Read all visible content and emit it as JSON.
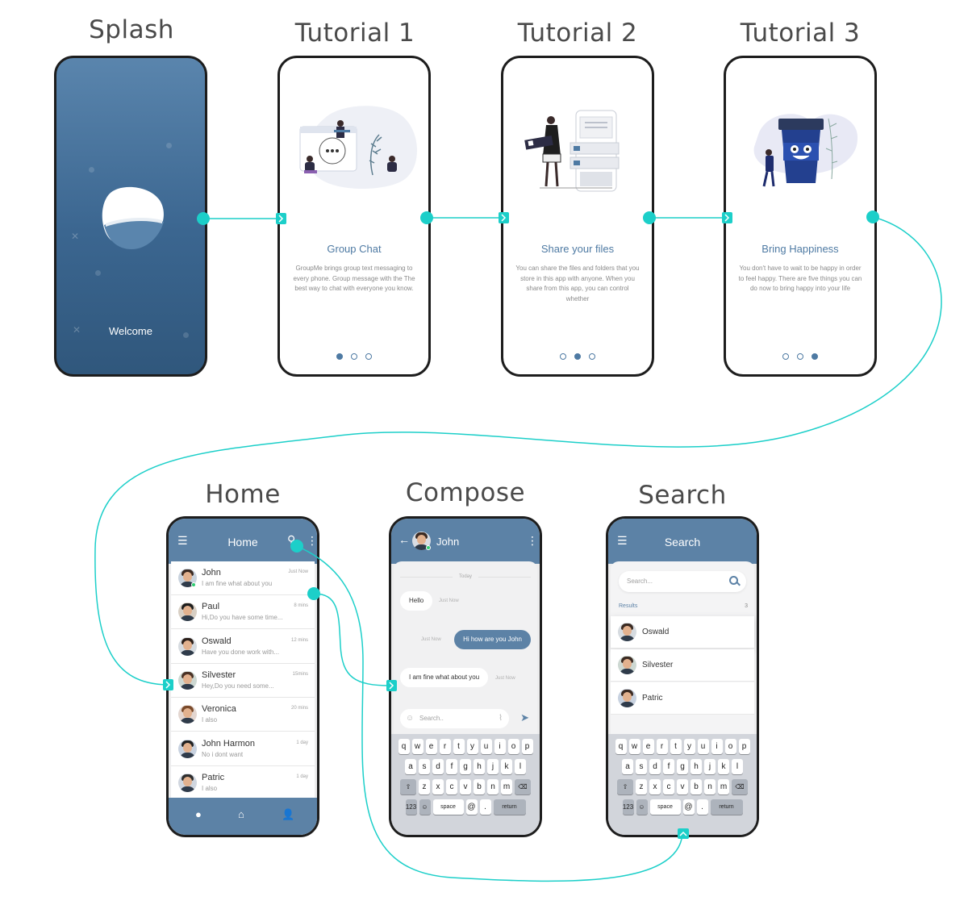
{
  "titles": {
    "splash": "Splash",
    "tutorial1": "Tutorial 1",
    "tutorial2": "Tutorial 2",
    "tutorial3": "Tutorial 3",
    "home": "Home",
    "compose": "Compose",
    "search": "Search"
  },
  "splash": {
    "welcome": "Welcome"
  },
  "tutorials": [
    {
      "title": "Group Chat",
      "description": "GroupMe brings group text messaging to every phone. Group message with the The best way to chat with everyone you know.",
      "active_dot": 0
    },
    {
      "title": "Share your files",
      "description": "You can share the files and folders that you store in this app with anyone. When you share from this app, you can control whether",
      "active_dot": 1
    },
    {
      "title": "Bring Happiness",
      "description": "You don't have to wait to be happy in order to feel happy. There are five things you can do now to bring happy into your life",
      "active_dot": 2
    }
  ],
  "home": {
    "title": "Home",
    "chats": [
      {
        "name": "John",
        "message": "I am fine what about you",
        "time": "Just Now",
        "online": true
      },
      {
        "name": "Paul",
        "message": "Hi,Do you have some time...",
        "time": "8 mins",
        "online": false
      },
      {
        "name": "Oswald",
        "message": "Have you done work with...",
        "time": "12 mins",
        "online": false
      },
      {
        "name": "Silvester",
        "message": "Hey,Do you need some...",
        "time": "15mins",
        "online": false
      },
      {
        "name": "Veronica",
        "message": "I also",
        "time": "20 mins",
        "online": false
      },
      {
        "name": "John Harmon",
        "message": "No i dont want",
        "time": "1 day",
        "online": false
      },
      {
        "name": "Patric",
        "message": "I also",
        "time": "1 day",
        "online": false
      }
    ]
  },
  "compose": {
    "contact": "John",
    "today": "Today",
    "messages": [
      {
        "text": "Hello",
        "time": "Just Now",
        "direction": "in"
      },
      {
        "text": "Hi how are you John",
        "time": "Just Now",
        "direction": "out"
      },
      {
        "text": "I am fine what about you",
        "time": "Just Now",
        "direction": "in"
      }
    ],
    "input_placeholder": "Search.."
  },
  "search": {
    "title": "Search",
    "placeholder": "Search...",
    "results_label": "Results",
    "results_count": "3",
    "results": [
      "Oswald",
      "Silvester",
      "Patric"
    ]
  },
  "keyboard": {
    "row1": [
      "q",
      "w",
      "e",
      "r",
      "t",
      "y",
      "u",
      "i",
      "o",
      "p"
    ],
    "row2": [
      "a",
      "s",
      "d",
      "f",
      "g",
      "h",
      "j",
      "k",
      "l"
    ],
    "row3": [
      "z",
      "x",
      "c",
      "v",
      "b",
      "n",
      "m"
    ],
    "num": "123",
    "space": "space",
    "at": "@",
    "dot": ".",
    "return": "return"
  },
  "colors": {
    "accent": "#5c82a6",
    "flow_line": "#1ccfc9",
    "splash_top": "#5a85ad",
    "splash_bottom": "#30577c",
    "online": "#2ecc71"
  }
}
